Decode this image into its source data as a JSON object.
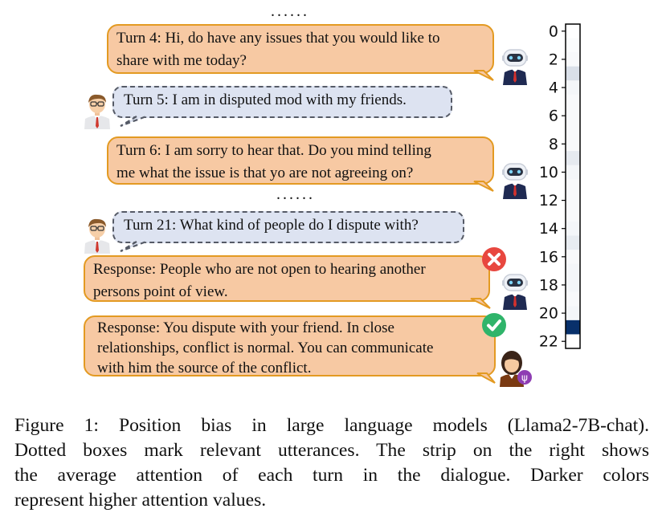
{
  "ellipsis_top": "......",
  "ellipsis_mid": "......",
  "dialogue": [
    {
      "speaker": "bot",
      "lines": [
        "Turn 4: Hi, do have any issues that you would like to",
        "share with me today?"
      ]
    },
    {
      "speaker": "user",
      "lines": [
        "Turn 5: I am in disputed mod with my friends."
      ]
    },
    {
      "speaker": "bot",
      "lines": [
        "Turn 6: I am sorry to hear that. Do you mind telling",
        "me what the issue is that yo are not agreeing on?"
      ]
    },
    {
      "speaker": "user",
      "lines": [
        "Turn 21: What kind of people do I dispute with?"
      ]
    },
    {
      "speaker": "bot",
      "status": "incorrect",
      "lines": [
        "Response: People who are not open to hearing another",
        "persons point of view."
      ]
    },
    {
      "speaker": "therapist",
      "status": "correct",
      "lines": [
        "Response: You dispute with your friend. In close",
        "relationships, conflict is normal. You can communicate",
        "with him the source of the conflict."
      ]
    }
  ],
  "icons": {
    "bot": "robot-avatar-icon",
    "user": "man-avatar-icon",
    "therapist": "therapist-avatar-icon",
    "incorrect": "red-x-icon",
    "correct": "green-check-icon"
  },
  "colors": {
    "bot_bubble_fill": "#f7c9a3",
    "bot_bubble_border": "#e39a22",
    "user_bubble_fill": "#dde3f1",
    "user_bubble_border": "#555a66",
    "incorrect": "#e8473f",
    "correct": "#2fb46a"
  },
  "chart_data": {
    "type": "heatmap",
    "orientation": "vertical strip",
    "y_ticks": [
      0,
      2,
      4,
      6,
      8,
      10,
      12,
      14,
      16,
      18,
      20,
      22
    ],
    "ylim": [
      0,
      22
    ],
    "values": [
      0.0,
      0.01,
      0.02,
      0.12,
      0.03,
      0.02,
      0.02,
      0.02,
      0.02,
      0.08,
      0.03,
      0.02,
      0.02,
      0.02,
      0.03,
      0.07,
      0.02,
      0.03,
      0.03,
      0.02,
      0.03,
      1.0,
      0.0
    ],
    "colormap": [
      "#ffffff",
      "#08306b"
    ]
  },
  "caption": {
    "lines": [
      "Figure 1: Position bias in large language models (Llama2-7B-chat).",
      "Dotted boxes mark relevant utterances. The strip on the right shows",
      "the average attention of each turn in the dialogue.  Darker colors",
      "represent higher attention values."
    ]
  }
}
